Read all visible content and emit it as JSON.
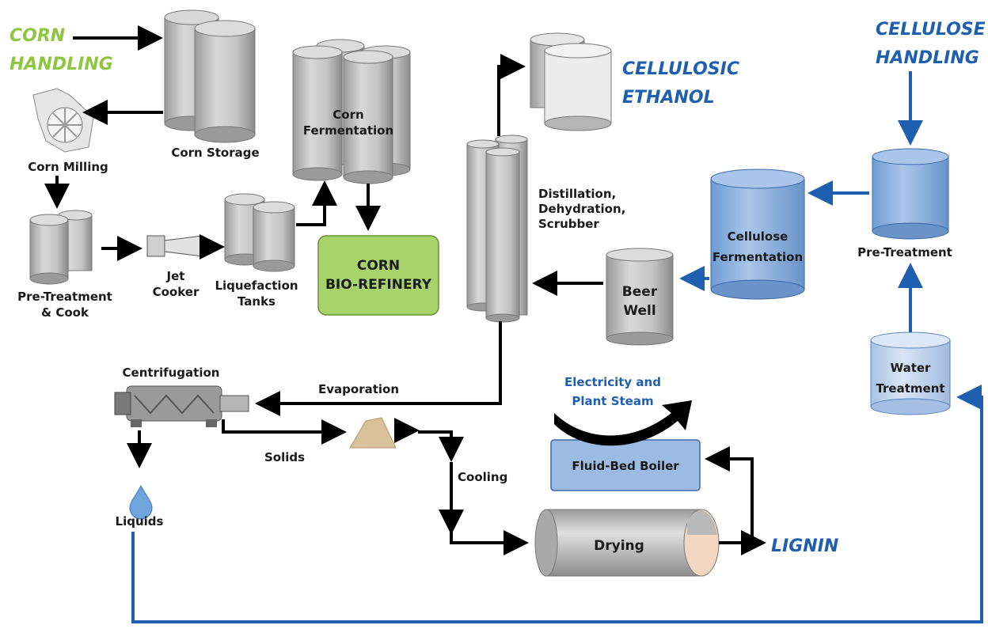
{
  "titles": {
    "corn_handling": [
      "CORN",
      "HANDLING"
    ],
    "cellulose_handling": [
      "CELLULOSE",
      "HANDLING"
    ],
    "cellulosic_ethanol": [
      "CELLULOSIC",
      "ETHANOL"
    ],
    "lignin": "LIGNIN"
  },
  "nodes": {
    "corn_storage": "Corn Storage",
    "corn_milling": "Corn Milling",
    "corn_fermentation": [
      "Corn",
      "Fermentation"
    ],
    "pretreatment_cook": [
      "Pre-Treatment",
      "& Cook"
    ],
    "jet_cooker": [
      "Jet",
      "Cooker"
    ],
    "liquefaction_tanks": [
      "Liquefaction",
      "Tanks"
    ],
    "corn_biorefinery": [
      "CORN",
      "BIO-REFINERY"
    ],
    "distillation": [
      "Distillation,",
      "Dehydration,",
      "Scrubber"
    ],
    "beer_well": [
      "Beer",
      "Well"
    ],
    "cellulose_fermentation": [
      "Cellulose",
      "Fermentation"
    ],
    "pretreatment": "Pre-Treatment",
    "water_treatment": [
      "Water",
      "Treatment"
    ],
    "centrifugation": "Centrifugation",
    "evaporation": "Evaporation",
    "solids": "Solids",
    "liquids": "Liquids",
    "cooling": "Cooling",
    "drying": "Drying",
    "fluid_bed_boiler": "Fluid-Bed Boiler",
    "electricity_steam": [
      "Electricity and",
      "Plant Steam"
    ]
  },
  "colors": {
    "corn_green": "#8dc63f",
    "cellulose_blue": "#1f5fb0",
    "tank_gray": "#c8c8c8",
    "tank_blue": "#8fb4e0",
    "biorefinery_fill": "#a6d46a"
  }
}
